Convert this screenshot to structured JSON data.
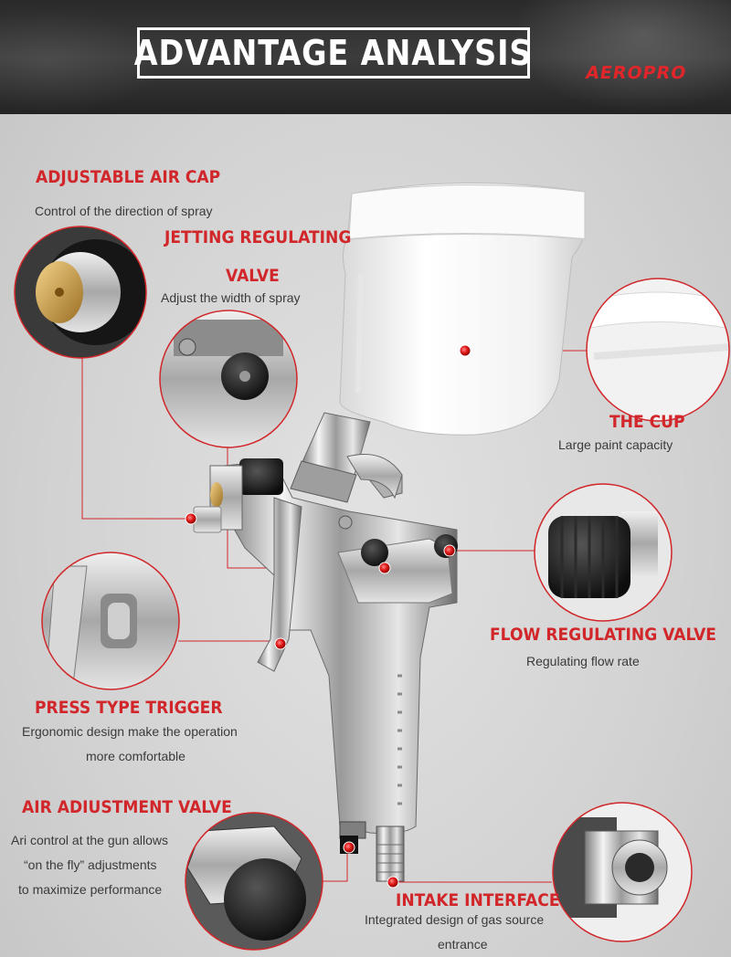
{
  "header": {
    "title": "ADVANTAGE ANALYSIS",
    "brand": "AEROPRO"
  },
  "features": {
    "air_cap": {
      "title": "ADJUSTABLE AIR CAP",
      "desc": [
        "Control of the direction of spray"
      ]
    },
    "jetting_valve": {
      "title_line1": "JETTING REGULATING",
      "title_line2": "VALVE",
      "desc": [
        "Adjust the width of spray"
      ]
    },
    "cup": {
      "title": "THE CUP",
      "desc": [
        "Large paint capacity"
      ]
    },
    "flow_valve": {
      "title": "FLOW REGULATING VALVE",
      "desc": [
        "Regulating flow rate"
      ]
    },
    "trigger": {
      "title": "PRESS TYPE TRIGGER",
      "desc": [
        "Ergonomic design make the operation",
        "more comfortable"
      ]
    },
    "air_adjust_valve": {
      "title": "AIR ADIUSTMENT VALVE",
      "desc": [
        "Ari control at the gun allows",
        "“on the fly” adjustments",
        "to maximize performance"
      ]
    },
    "intake": {
      "title": "INTAKE INTERFACE",
      "desc": [
        "Integrated design of gas source",
        "entrance"
      ]
    }
  },
  "colors": {
    "accent_red": "#d1262a",
    "header_bg": "#2e2e2e",
    "page_bg": "#d6d6d6"
  }
}
